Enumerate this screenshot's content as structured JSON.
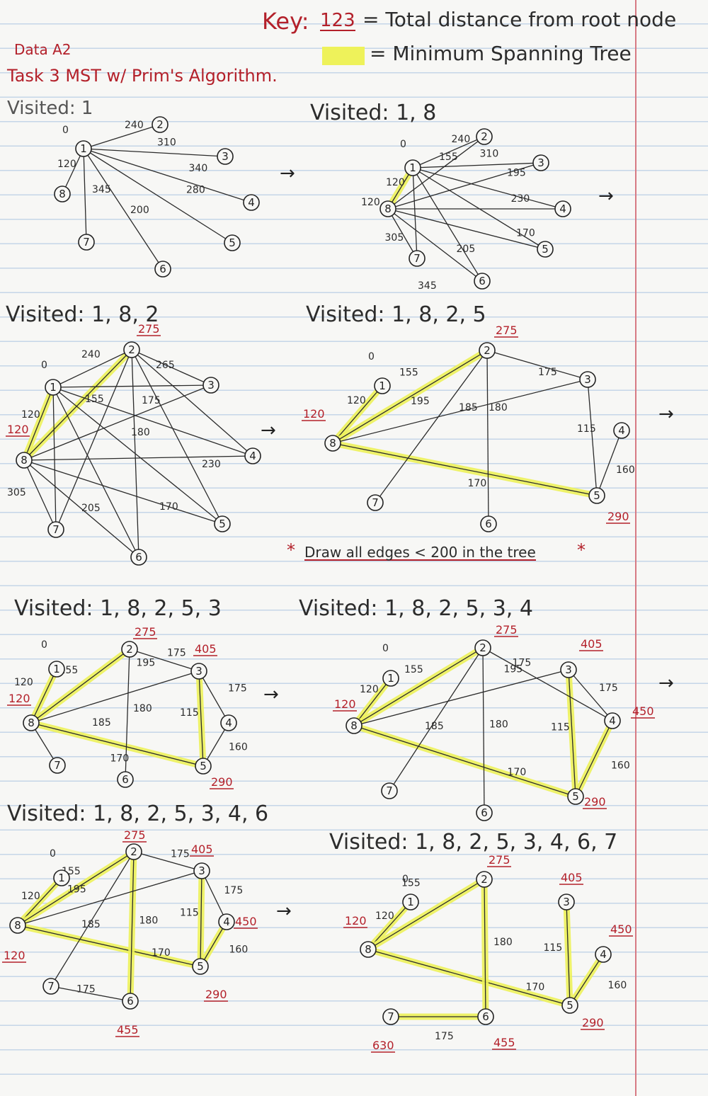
{
  "key": {
    "heading": "Key:",
    "distance_sample": "123",
    "distance_text": "= Total distance from root node",
    "mst_text": "= Minimum Spanning Tree",
    "highlight_color": "#eef25a"
  },
  "header": {
    "course": "Data A2",
    "task": "Task 3 MST w/ Prim's Algorithm."
  },
  "note": "Draw all edges < 200 in the tree",
  "panels": [
    {
      "visited": "Visited: 1"
    },
    {
      "visited": "Visited: 1, 8"
    },
    {
      "visited": "Visited: 1, 8, 2"
    },
    {
      "visited": "Visited: 1, 8, 2, 5"
    },
    {
      "visited": "Visited: 1, 8, 2, 5, 3"
    },
    {
      "visited": "Visited: 1, 8, 2, 5, 3, 4"
    },
    {
      "visited": "Visited: 1, 8, 2, 5, 3, 4, 6"
    },
    {
      "visited": "Visited: 1, 8, 2, 5, 3, 4, 6, 7"
    }
  ],
  "edge_weights": {
    "e12": "240",
    "e13": "310",
    "e14": "340",
    "e15": "280",
    "e16": "200",
    "e17": "345",
    "e18": "120",
    "e82": "155",
    "e85": "170",
    "e83": "195",
    "e86": "185",
    "e87": "305",
    "e25": "175",
    "e26": "180",
    "e24": "265",
    "e27": "205",
    "e23": "175",
    "e35": "115",
    "e45": "160",
    "e84": "230",
    "e76": "175"
  },
  "distances": {
    "d1": "0",
    "d8": "120",
    "d2": "275",
    "d5": "290",
    "d3": "405",
    "d4": "450",
    "d6": "455",
    "d7": "630"
  }
}
